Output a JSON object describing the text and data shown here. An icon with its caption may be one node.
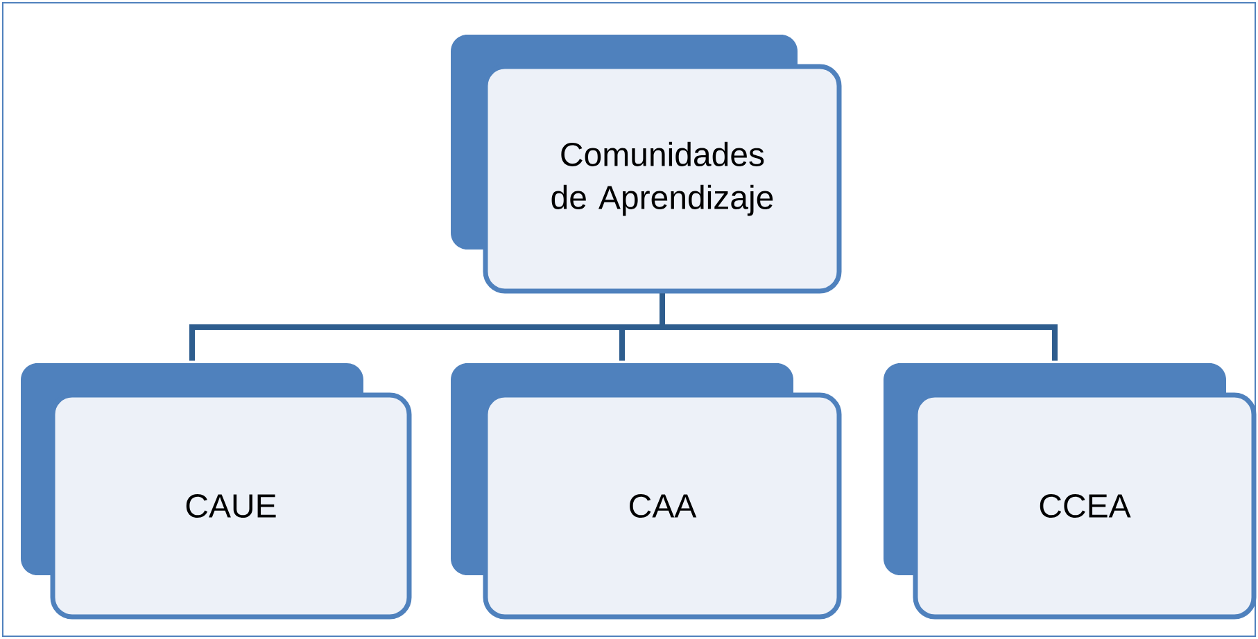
{
  "diagram": {
    "nodes": [
      {
        "text": [
          "Comunidades de Aprendizaje"
        ]
      },
      {
        "text": [
          "CAUE"
        ]
      },
      {
        "text": [
          "CAA"
        ]
      },
      {
        "text": [
          "CCEA"
        ]
      }
    ],
    "edges": [
      {
        "from": 0,
        "to": 1,
        "arrow": "none"
      },
      {
        "from": 0,
        "to": 2,
        "arrow": "none"
      },
      {
        "from": 0,
        "to": 3,
        "arrow": "none"
      }
    ]
  }
}
